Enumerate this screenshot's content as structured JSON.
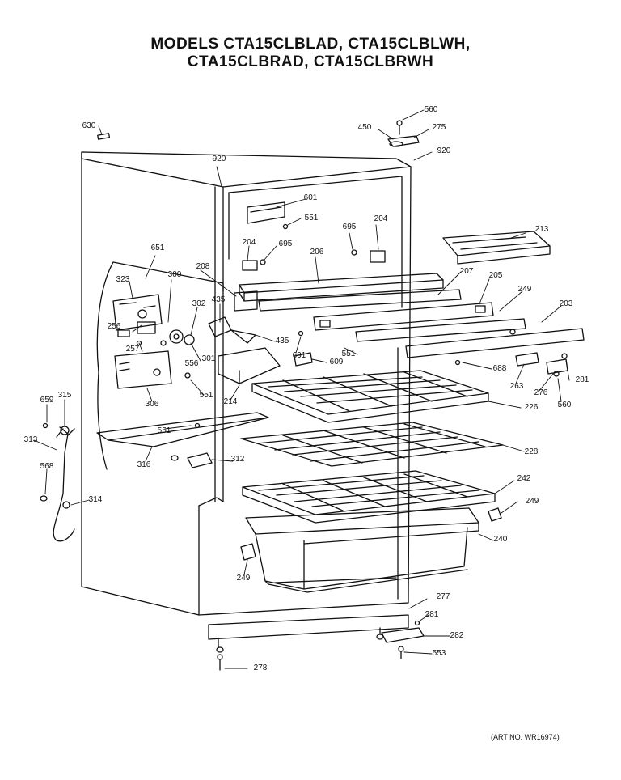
{
  "title": {
    "line1": "MODELS CTA15CLBLAD, CTA15CLBLWH,",
    "line2": "CTA15CLBRAD, CTA15CLBRWH"
  },
  "art_number": "(ART NO. WR16974)",
  "parts": [
    "630",
    "560",
    "450",
    "275",
    "920",
    "920",
    "601",
    "551",
    "695",
    "204",
    "213",
    "204",
    "695",
    "206",
    "651",
    "208",
    "207",
    "205",
    "249",
    "203",
    "323",
    "300",
    "302",
    "435",
    "256",
    "257",
    "301",
    "556",
    "435",
    "691",
    "551",
    "609",
    "688",
    "263",
    "276",
    "281",
    "560",
    "306",
    "551",
    "214",
    "226",
    "659",
    "315",
    "313",
    "551",
    "228",
    "568",
    "316",
    "312",
    "314",
    "242",
    "249",
    "240",
    "249",
    "277",
    "281",
    "282",
    "553",
    "278"
  ]
}
